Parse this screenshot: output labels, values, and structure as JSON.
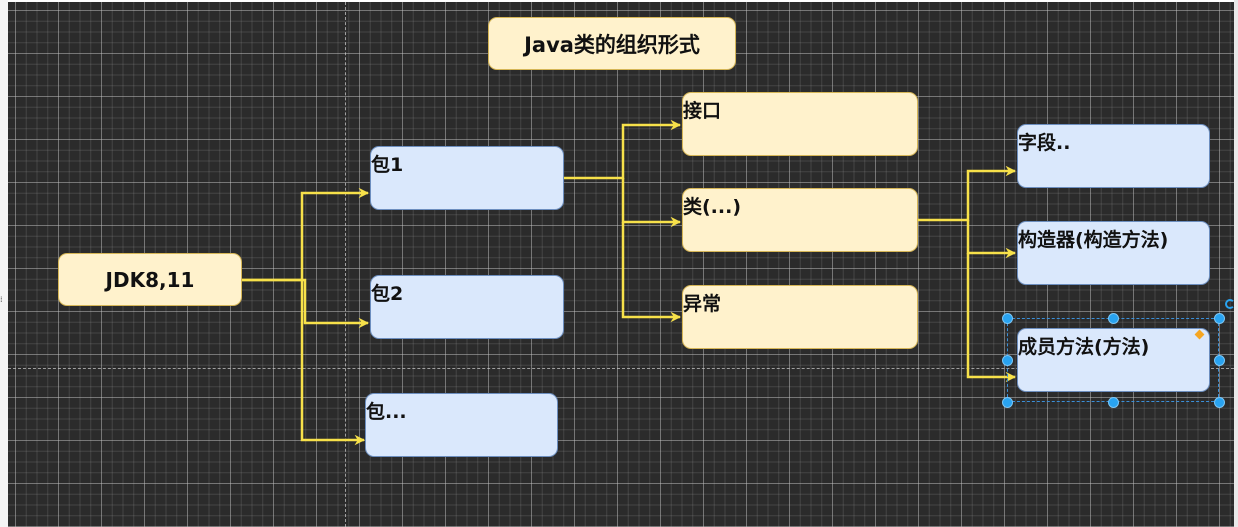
{
  "diagram": {
    "title": "Java类的组织形式",
    "nodes": {
      "root": "JDK8,11",
      "packages": [
        "包1",
        "包2",
        "包..."
      ],
      "types": [
        "接口",
        "类(...)",
        "异常"
      ],
      "members": [
        "字段..",
        "构造器(构造方法)",
        "成员方法(方法)"
      ]
    },
    "edges": [
      {
        "from": "JDK8,11",
        "to": "包1"
      },
      {
        "from": "JDK8,11",
        "to": "包2"
      },
      {
        "from": "JDK8,11",
        "to": "包..."
      },
      {
        "from": "包1",
        "to": "接口"
      },
      {
        "from": "包1",
        "to": "类(...)"
      },
      {
        "from": "包1",
        "to": "异常"
      },
      {
        "from": "类(...)",
        "to": "字段.."
      },
      {
        "from": "类(...)",
        "to": "构造器(构造方法)"
      },
      {
        "from": "类(...)",
        "to": "成员方法(方法)"
      }
    ],
    "selected_node": "成员方法(方法)",
    "colors": {
      "canvas": "#2b2b2b",
      "connector": "#f7e14a",
      "yellow_fill": "#fff2cc",
      "yellow_stroke": "#d6b656",
      "blue_fill": "#dae8fc",
      "blue_stroke": "#6c8ebf",
      "selection_handle": "#29a3f0",
      "hover_marker": "#f5a623"
    }
  }
}
